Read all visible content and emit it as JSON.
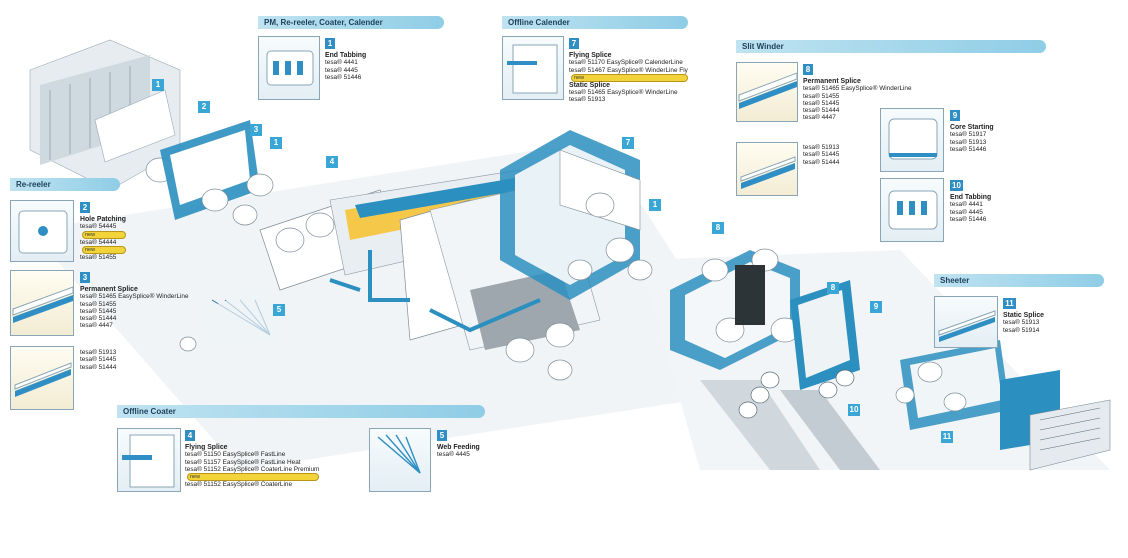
{
  "sections": {
    "pm": "PM, Re-reeler, Coater, Calender",
    "offline_calender": "Offline Calender",
    "slit_winder": "Slit Winder",
    "re_reeler": "Re-reeler",
    "offline_coater": "Offline Coater",
    "sheeter": "Sheeter"
  },
  "cards": {
    "c1": {
      "num": "1",
      "title": "End Tabbing",
      "lines": [
        "tesa® 4441",
        "tesa® 4445",
        "tesa® 51446"
      ]
    },
    "c7": {
      "num": "7",
      "title": "Flying Splice",
      "lines": [
        "tesa® 51170 EasySplice® CalenderLine",
        "tesa® 51467 EasySplice® WinderLine Fly"
      ],
      "title2": "Static Splice",
      "lines2": [
        "tesa® 51465 EasySplice® WinderLine",
        "tesa® 51913"
      ]
    },
    "c8": {
      "num": "8",
      "title": "Permanent Splice",
      "lines": [
        "tesa® 51465 EasySplice® WinderLine",
        "tesa® 51455",
        "tesa® 51445",
        "tesa® 51444",
        "tesa® 4447"
      ]
    },
    "c8b": {
      "lines": [
        "tesa® 51913",
        "tesa® 51445",
        "tesa® 51444"
      ]
    },
    "c9": {
      "num": "9",
      "title": "Core Starting",
      "lines": [
        "tesa® 51917",
        "tesa® 51913",
        "tesa® 51446"
      ]
    },
    "c10": {
      "num": "10",
      "title": "End Tabbing",
      "lines": [
        "tesa® 4441",
        "tesa® 4445",
        "tesa® 51446"
      ]
    },
    "c2": {
      "num": "2",
      "title": "Hole Patching",
      "lines": [
        "tesa® 54445",
        "tesa® 54444",
        "tesa® 51455"
      ]
    },
    "c3": {
      "num": "3",
      "title": "Permanent Splice",
      "lines": [
        "tesa® 51465 EasySplice® WinderLine",
        "tesa® 51455",
        "tesa® 51445",
        "tesa® 51444",
        "tesa® 4447"
      ]
    },
    "c3b": {
      "lines": [
        "tesa® 51913",
        "tesa® 51445",
        "tesa® 51444"
      ]
    },
    "c4": {
      "num": "4",
      "title": "Flying Splice",
      "lines": [
        "tesa® 51150 EasySplice® FastLine",
        "tesa® 51157 EasySplice® FastLine Heat",
        "tesa® 51152 EasySplice® CoaterLine Premium",
        "tesa® 51152 EasySplice® CoaterLine"
      ]
    },
    "c5": {
      "num": "5",
      "title": "Web Feeding",
      "lines": [
        "tesa® 4445"
      ]
    },
    "c11": {
      "num": "11",
      "title": "Static Splice",
      "lines": [
        "tesa® 51913",
        "tesa® 51914"
      ]
    }
  },
  "new_badge": "new",
  "machine_tags": [
    "1",
    "2",
    "3",
    "1",
    "4",
    "5",
    "7",
    "1",
    "8",
    "8",
    "9",
    "10",
    "11"
  ],
  "colors": {
    "accent": "#2f8ec3",
    "machine_blue": "#2b8fc0",
    "banner": "#9fd5ea"
  }
}
